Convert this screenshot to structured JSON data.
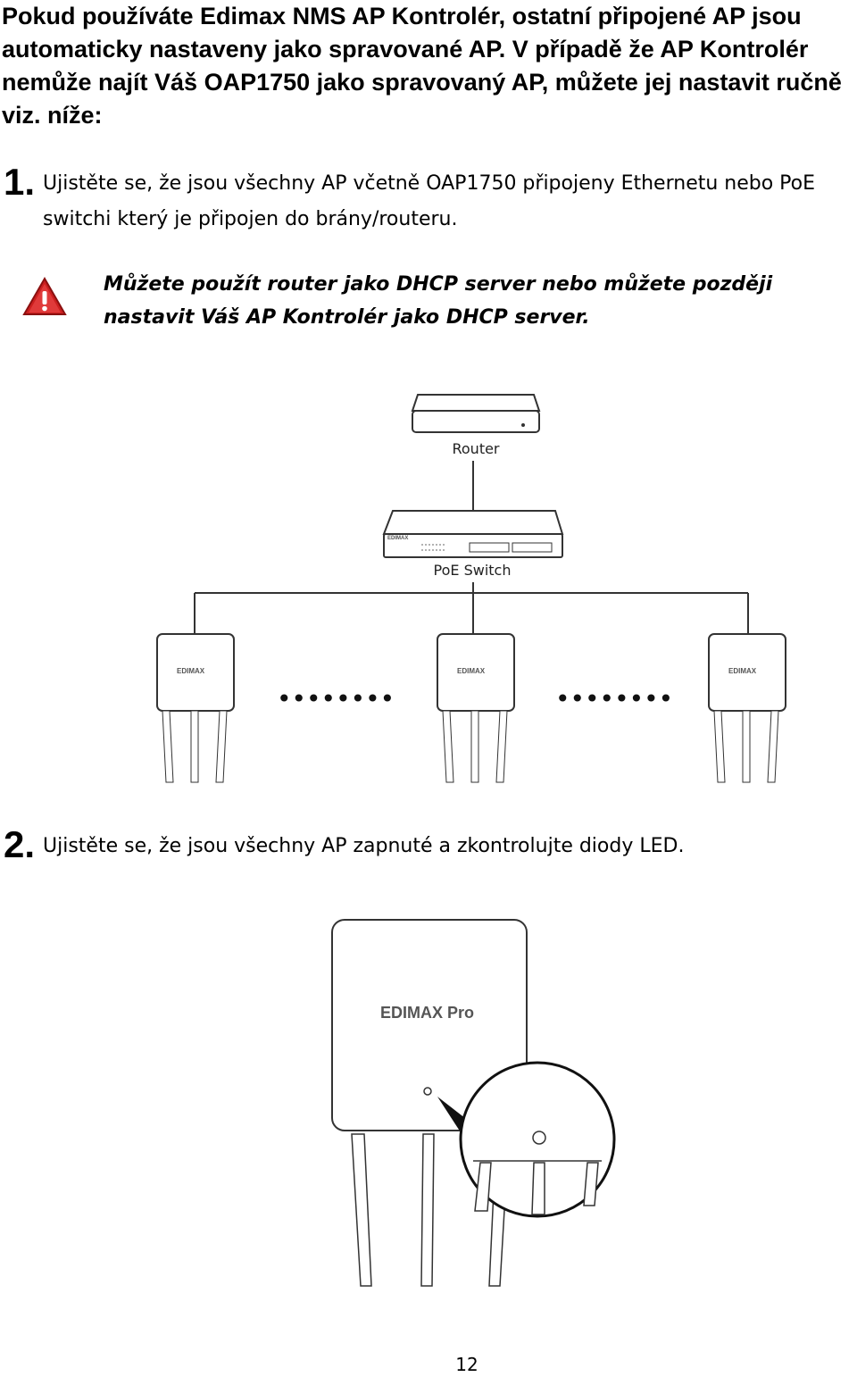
{
  "intro": "Pokud používáte Edimax NMS AP Kontrolér, ostatní připojené AP jsou automaticky nastaveny jako spravované AP. V případě že AP Kontrolér nemůže najít Váš OAP1750 jako spravovaný AP, můžete jej nastavit ručně viz. níže:",
  "steps": [
    {
      "num": "1.",
      "text": "Ujistěte se, že jsou všechny AP včetně OAP1750 připojeny Ethernetu nebo PoE switchi který je připojen do brány/routeru."
    },
    {
      "num": "2.",
      "text": "Ujistěte se, že jsou všechny AP zapnuté a zkontrolujte diody LED."
    }
  ],
  "note": "Můžete použít router jako DHCP server nebo můžete později nastavit Váš AP Kontrolér jako DHCP server.",
  "diagram": {
    "router_label": "Router",
    "switch_label": "PoE Switch",
    "brand_logo": "EDIMAX",
    "dots": "••••••••"
  },
  "device_logo": "EDIMAX Pro",
  "page_number": "12",
  "icons": {
    "warning": "warning-icon"
  },
  "colors": {
    "warning_red": "#cc1f1f",
    "line": "#333333"
  }
}
